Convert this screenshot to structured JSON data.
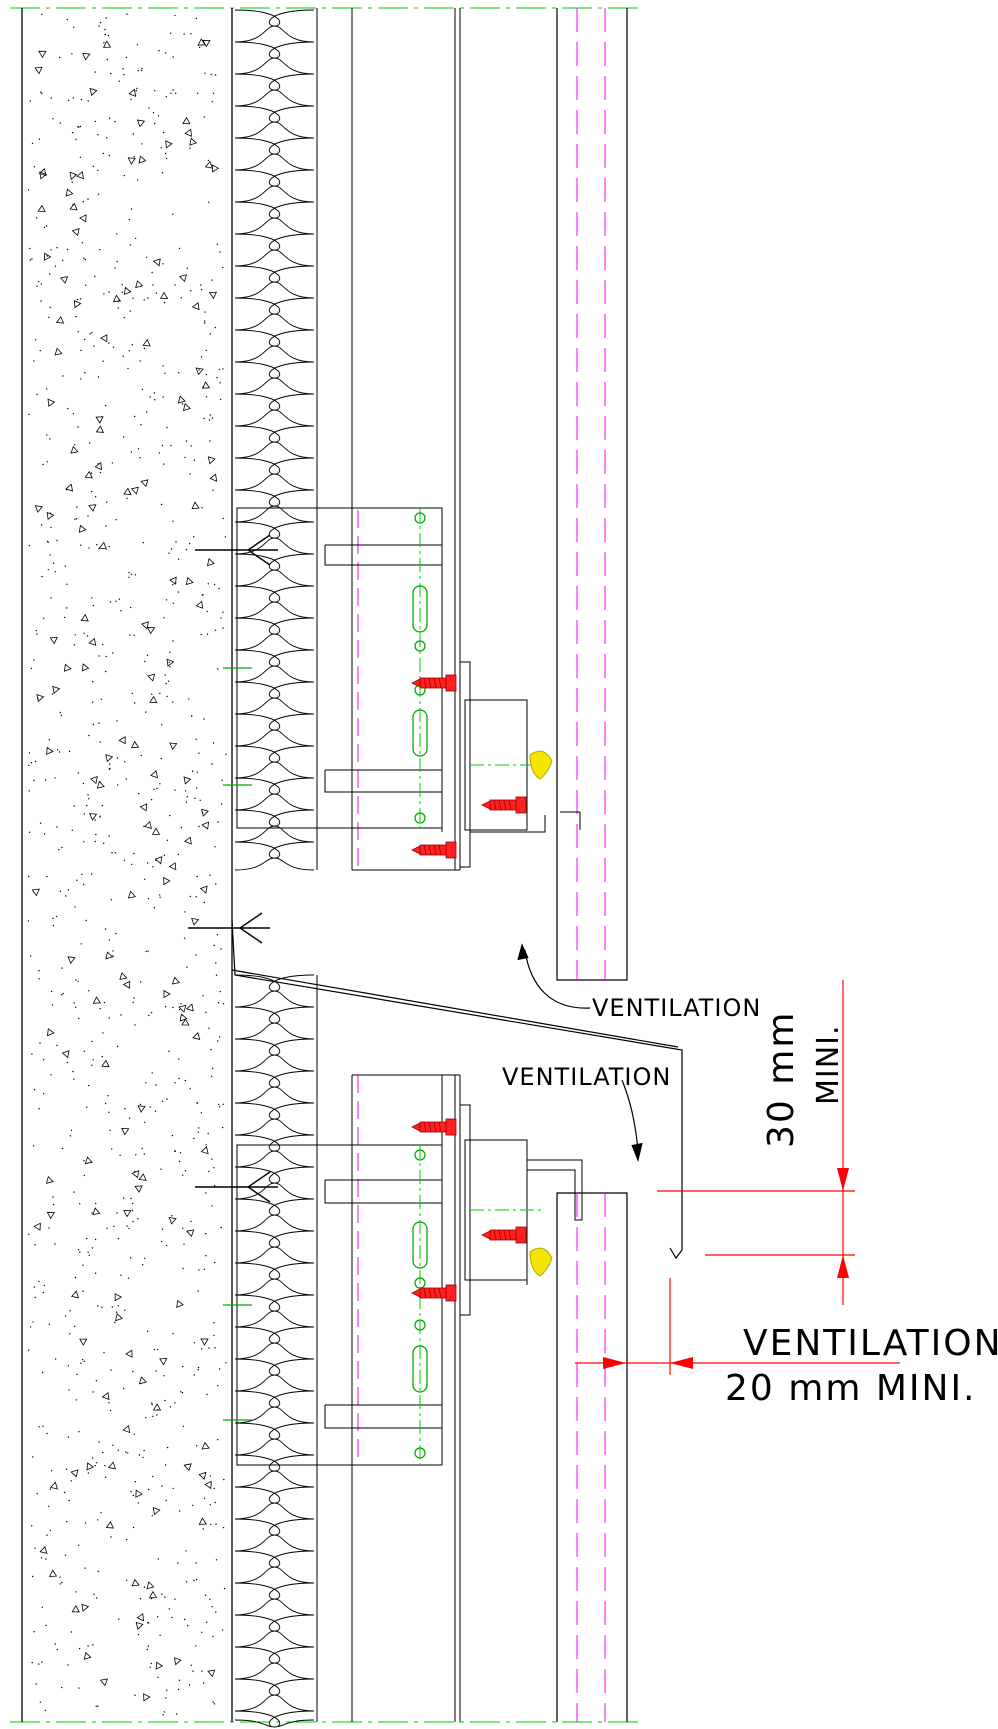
{
  "labels": {
    "ventilation_upper": "VENTILATION",
    "ventilation_lower": "VENTILATION",
    "vertical_dim_value": "30 mm",
    "vertical_dim_note": "MINI.",
    "horizontal_dim_title": "VENTILATION",
    "horizontal_dim_value": "20 mm MINI."
  },
  "colors": {
    "line": "#000000",
    "centerline": "#ff00ff",
    "hole": "#00cc00",
    "dimension": "#ff0000",
    "screw": "#ff2020",
    "gasket": "#f2e600"
  }
}
